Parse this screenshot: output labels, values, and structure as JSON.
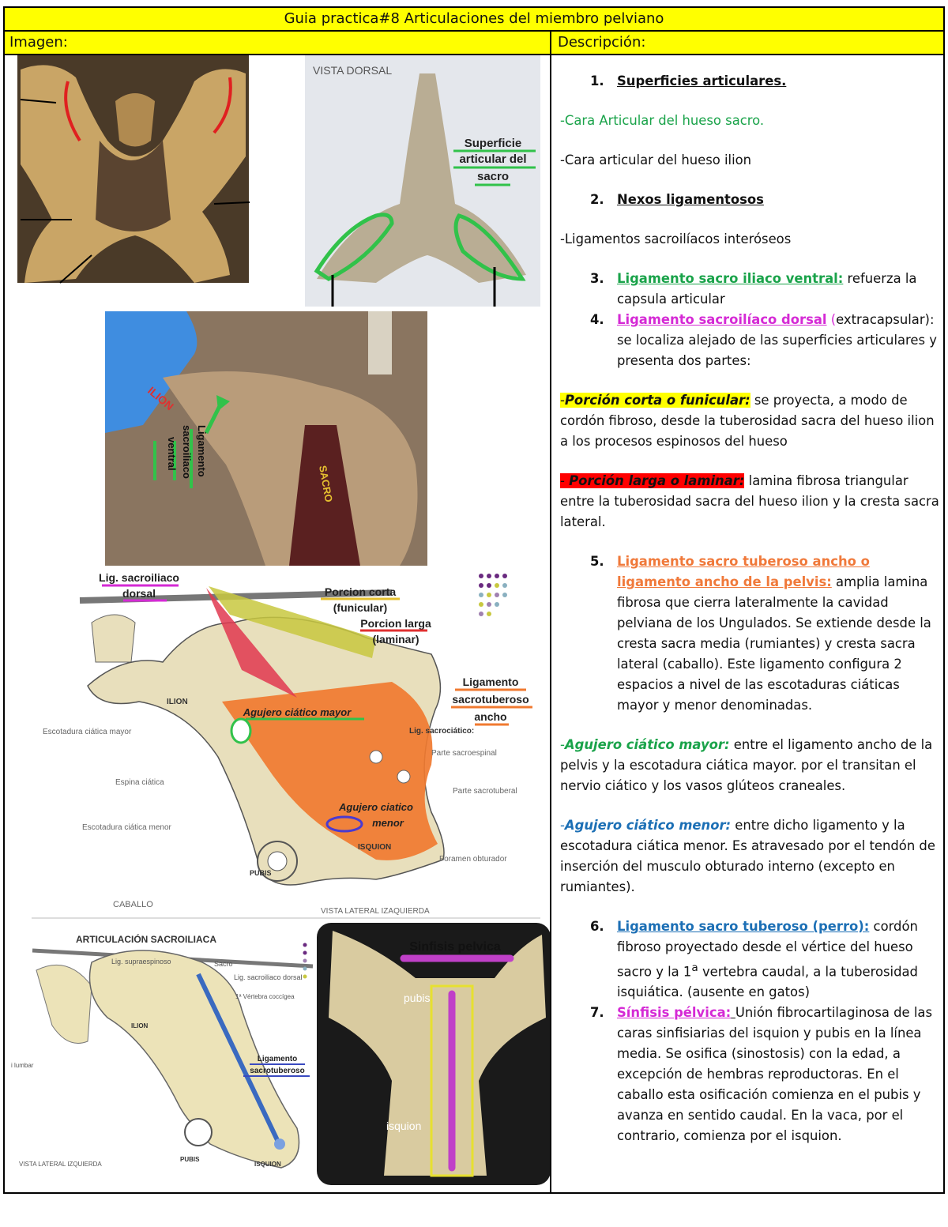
{
  "header": {
    "title": "Guia practica#8 Articulaciones del miembro pelviano",
    "col_image": "Imagen:",
    "col_desc": "Descripción:"
  },
  "images": {
    "dorsal_view": "VISTA DORSAL",
    "sup_art_1": "Superficie",
    "sup_art_2": "articular del",
    "sup_art_3": "sacro",
    "ilion": "ILION",
    "sacro": "SACRO",
    "lig_ventral_1": "Ligamento",
    "lig_ventral_2": "sacroiliaco",
    "lig_ventral_3": "ventral",
    "lig_dorsal_1": "Lig. sacroiliaco",
    "lig_dorsal_2": "dorsal",
    "porcion_corta_1": "Porcion corta",
    "porcion_corta_2": "(funicular)",
    "porcion_larga_1": "Porcion larga",
    "porcion_larga_2": "(laminar)",
    "lig_ancho_1": "Ligamento",
    "lig_ancho_2": "sacrotuberoso",
    "lig_ancho_3": "ancho",
    "ilion_caps": "ILION",
    "agujero_mayor": "Agujero ciático mayor",
    "lig_sacrociatico": "Lig. sacrociático:",
    "escot_mayor": "Escotadura ciática mayor",
    "parte_sacroespinal": "Parte sacroespinal",
    "espina": "Espina ciática",
    "parte_sacrotuberal": "Parte sacrotuberal",
    "agujero_menor_1": "Agujero ciatico",
    "agujero_menor_2": "menor",
    "escot_menor": "Escotadura ciática menor",
    "isquion": "ISQUION",
    "foramen": "Foramen obturador",
    "pubis": "PUBIS",
    "caballo": "CABALLO",
    "vista_lat": "VISTA LATERAL IZAQUIERDA",
    "art_title": "ARTICULACIÓN SACROILIACA",
    "lig_supra": "Lig. supraespinoso",
    "sacro_lbl": "Sacro",
    "lig_sacro_dors": "Lig. sacroiliaco dorsal",
    "vert_cocc": "1ª Vértebra coccígea",
    "ilion_small": "ILION",
    "lumbar": "i lumbar",
    "lig_sacrotub_1": "Ligamento",
    "lig_sacrotub_2": "sacrotuberoso",
    "pubis_small": "PUBIS",
    "isquion_small": "ISQUION",
    "vista_lat2": "VISTA LATERAL IZQUIERDA",
    "sinfisis": "Sinfisis pelvica",
    "pubis_lc": "pubis",
    "isquion_lc": "isquion"
  },
  "desc": {
    "i1_num": "1.",
    "i1_title": "Superficies articulares.",
    "cara_sacro": "-Cara Articular del hueso sacro.",
    "cara_ilion": "-Cara articular del hueso ilion",
    "i2_num": "2.",
    "i2_title": "Nexos ligamentosos",
    "interoseos": "-Ligamentos sacroilíacos interóseos",
    "i3_num": "3.",
    "i3_title": "Ligamento sacro iliaco ventral:",
    "i3_text": " refuerza la capsula articular",
    "i4_num": "4.",
    "i4_title": "Ligamento sacroilíaco dorsal",
    "i4_paren": " (",
    "i4_text": "extracapsular): se localiza alejado de las superficies articulares y presenta dos partes:",
    "corta_dash": "-",
    "corta_title": "Porción corta o funicular:",
    "corta_text": " se proyecta, a modo de cordón fibroso, desde la tuberosidad sacra del hueso ilion a los procesos espinosos del hueso",
    "larga_dash": "- ",
    "larga_title": "Porción larga o laminar:",
    "larga_text": " lamina fibrosa triangular entre la tuberosidad sacra del hueso ilion y la cresta sacra lateral.",
    "i5_num": "5.",
    "i5_title": "Ligamento sacro tuberoso ancho o ligamento ancho de la pelvis:",
    "i5_text": " amplia lamina fibrosa que cierra lateralmente la cavidad pelviana de los Ungulados. Se extiende desde la cresta sacra media (rumiantes) y cresta sacra lateral (caballo). Este ligamento configura 2 espacios a nivel de las escotaduras ciáticas mayor y menor denominadas.",
    "may_dash": "-",
    "may_title": "Agujero ciático mayor:",
    "may_text": " entre el ligamento ancho de la pelvis y la escotadura ciática mayor. por el transitan el nervio ciático y los vasos glúteos craneales.",
    "men_dash": "-",
    "men_title": "Agujero ciático menor:",
    "men_text": " entre dicho ligamento y la escotadura ciática menor. Es atravesado por el tendón de inserción del musculo obturado interno (excepto en rumiantes).",
    "i6_num": "6.",
    "i6_title": "Ligamento sacro tuberoso (perro):",
    "i6_text_a": " cordón fibroso proyectado desde el vértice del hueso sacro y la 1",
    "i6_sup": "a",
    "i6_text_b": "  vertebra caudal, a la tuberosidad isquiática. (ausente en gatos)",
    "i7_num": "7.",
    "i7_title": "Sínfisis pélvica:",
    "i7_space": " ",
    "i7_text": "Unión fibrocartilaginosa de las caras sinfisiarias del isquion y pubis en la línea media. Se osifica (sinostosis) con la edad, a excepción de hembras reproductoras. En el caballo esta osificación comienza en el pubis y avanza en sentido caudal. En la vaca, por el contrario, comienza por el isquion."
  }
}
